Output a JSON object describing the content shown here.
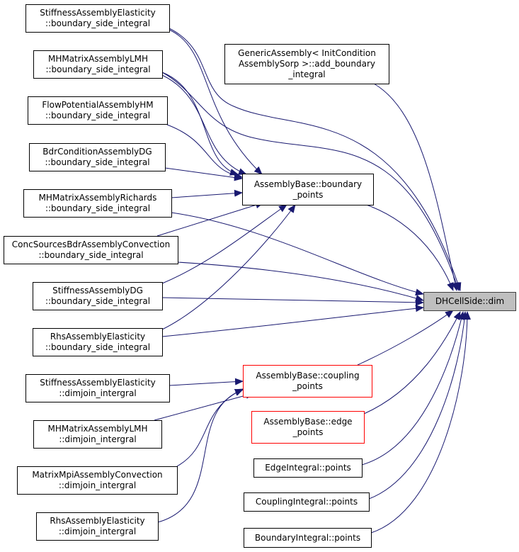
{
  "title": "DHCellSide::dim caller graph",
  "colors": {
    "edge": "#191970",
    "focus_fill": "#bfbfbf",
    "truncated_border": "#ff0000"
  },
  "focus": {
    "lines": [
      "DHCellSide::dim"
    ]
  },
  "callers_left": [
    {
      "lines": [
        "StiffnessAssemblyElasticity",
        "::boundary_side_integral"
      ]
    },
    {
      "lines": [
        "MHMatrixAssemblyLMH",
        "::boundary_side_integral"
      ]
    },
    {
      "lines": [
        "FlowPotentialAssemblyHM",
        "::boundary_side_integral"
      ]
    },
    {
      "lines": [
        "BdrConditionAssemblyDG",
        "::boundary_side_integral"
      ]
    },
    {
      "lines": [
        "MHMatrixAssemblyRichards",
        "::boundary_side_integral"
      ]
    },
    {
      "lines": [
        "ConcSourcesBdrAssemblyConvection",
        "::boundary_side_integral"
      ]
    },
    {
      "lines": [
        "StiffnessAssemblyDG",
        "::boundary_side_integral"
      ]
    },
    {
      "lines": [
        "RhsAssemblyElasticity",
        "::boundary_side_integral"
      ]
    },
    {
      "lines": [
        "StiffnessAssemblyElasticity",
        "::dimjoin_intergral"
      ]
    },
    {
      "lines": [
        "MHMatrixAssemblyLMH",
        "::dimjoin_intergral"
      ]
    },
    {
      "lines": [
        "MatrixMpiAssemblyConvection",
        "::dimjoin_intergral"
      ]
    },
    {
      "lines": [
        "RhsAssemblyElasticity",
        "::dimjoin_intergral"
      ]
    }
  ],
  "callers_mid": [
    {
      "lines": [
        "GenericAssembly< InitCondition",
        "AssemblySorp >::add_boundary",
        "_integral"
      ]
    },
    {
      "lines": [
        "AssemblyBase::boundary",
        "_points"
      ]
    },
    {
      "lines": [
        "AssemblyBase::coupling",
        "_points"
      ]
    },
    {
      "lines": [
        "AssemblyBase::edge",
        "_points"
      ]
    },
    {
      "lines": [
        "EdgeIntegral::points"
      ]
    },
    {
      "lines": [
        "CouplingIntegral::points"
      ]
    },
    {
      "lines": [
        "BoundaryIntegral::points"
      ]
    }
  ]
}
